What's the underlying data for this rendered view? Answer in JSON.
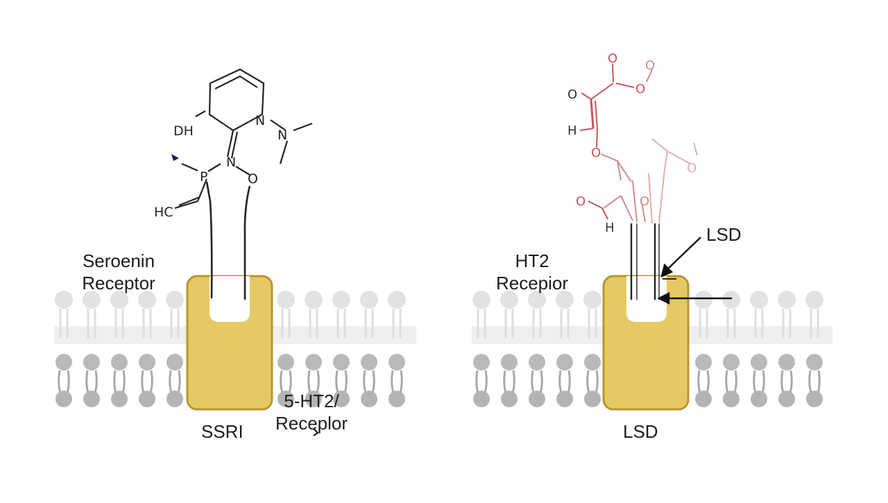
{
  "colors": {
    "receptor_fill": "#e6c964",
    "receptor_stroke": "#b7962c",
    "lipid": "#b9b9b9",
    "ssri_ink": "#222222",
    "lsd_ink": "#c9555a"
  },
  "left_panel": {
    "receptor_label_line1": "Seroenin",
    "receptor_label_line2": "Receptor",
    "drug_label": "SSRI",
    "secondary_label_line1": "5-HT2/",
    "secondary_label_line2": "Receplor",
    "molecule_atoms": [
      "DH",
      "N",
      "N",
      "P",
      "N",
      "O",
      "HC"
    ]
  },
  "right_panel": {
    "receptor_label_line1": "HT2",
    "receptor_label_line2": "Recepior",
    "pointer_label": "LSD",
    "drug_label": "LSD",
    "molecule_atoms": [
      "O",
      "O",
      "O",
      "O",
      "H",
      "O",
      "O",
      "O",
      "O",
      "H"
    ]
  }
}
